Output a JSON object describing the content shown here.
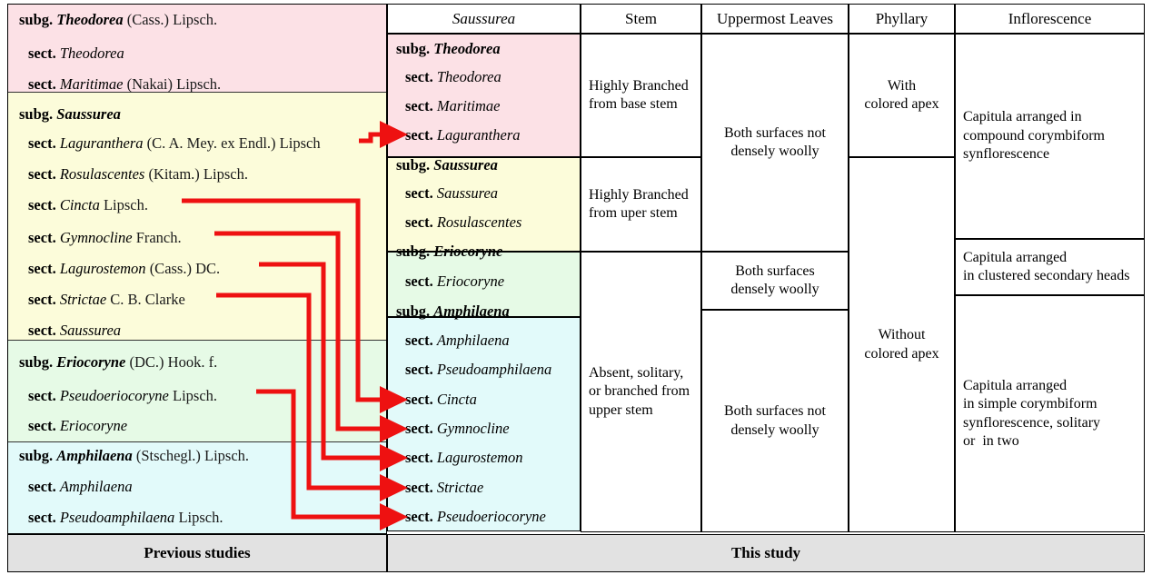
{
  "figure": {
    "type": "taxonomic-comparison-table",
    "accent_color": "#ee1111",
    "palette": {
      "theodorea": "#fce1e6",
      "saussurea": "#fcfcda",
      "eriocoryne": "#e6fae6",
      "amphilaena": "#e2fafa",
      "footer": "#e2e2e2"
    }
  },
  "footer": {
    "left_label": "Previous studies",
    "right_label": "This study"
  },
  "headers": {
    "genus": "Saussurea",
    "stem": "Stem",
    "uppermost_leaves": "Uppermost Leaves",
    "phyllary": "Phyllary",
    "inflorescence": "Inflorescence"
  },
  "previous_studies": {
    "groups": [
      {
        "color_key": "theodorea",
        "entries": [
          {
            "rank": "subg.",
            "name": "Theodorea",
            "authority": "(Cass.) Lipsch.",
            "level": "subg"
          },
          {
            "rank": "sect.",
            "name": "Theodorea",
            "authority": "",
            "level": "sect"
          },
          {
            "rank": "sect.",
            "name": "Maritimae",
            "authority": "(Nakai) Lipsch.",
            "level": "sect"
          }
        ]
      },
      {
        "color_key": "saussurea",
        "entries": [
          {
            "rank": "subg.",
            "name": "Saussurea",
            "authority": "",
            "level": "subg"
          },
          {
            "rank": "sect.",
            "name": "Laguranthera",
            "authority": "(C. A. Mey. ex Endl.) Lipsch",
            "level": "sect"
          },
          {
            "rank": "sect.",
            "name": "Rosulascentes",
            "authority": "(Kitam.) Lipsch.",
            "level": "sect"
          },
          {
            "rank": "sect.",
            "name": "Cincta",
            "authority": "Lipsch.",
            "level": "sect"
          },
          {
            "rank": "sect.",
            "name": "Gymnocline",
            "authority": "Franch.",
            "level": "sect"
          },
          {
            "rank": "sect.",
            "name": "Lagurostemon",
            "authority": "(Cass.) DC.",
            "level": "sect"
          },
          {
            "rank": "sect.",
            "name": "Strictae",
            "authority": "C. B. Clarke",
            "level": "sect"
          },
          {
            "rank": "sect.",
            "name": "Saussurea",
            "authority": "",
            "level": "sect"
          }
        ]
      },
      {
        "color_key": "eriocoryne",
        "entries": [
          {
            "rank": "subg.",
            "name": "Eriocoryne",
            "authority": "(DC.) Hook. f.",
            "level": "subg"
          },
          {
            "rank": "sect.",
            "name": "Pseudoeriocoryne",
            "authority": "Lipsch.",
            "level": "sect"
          },
          {
            "rank": "sect.",
            "name": "Eriocoryne",
            "authority": "",
            "level": "sect"
          }
        ]
      },
      {
        "color_key": "amphilaena",
        "entries": [
          {
            "rank": "subg.",
            "name": "Amphilaena",
            "authority": "(Stschegl.) Lipsch.",
            "level": "subg"
          },
          {
            "rank": "sect.",
            "name": "Amphilaena",
            "authority": "",
            "level": "sect"
          },
          {
            "rank": "sect.",
            "name": "Pseudoamphilaena",
            "authority": "Lipsch.",
            "level": "sect"
          }
        ]
      }
    ]
  },
  "this_study": {
    "groups": [
      {
        "color_key": "theodorea",
        "entries": [
          {
            "rank": "subg.",
            "name": "Theodorea",
            "level": "subg",
            "moved": false
          },
          {
            "rank": "sect.",
            "name": "Theodorea",
            "level": "sect",
            "moved": false
          },
          {
            "rank": "sect.",
            "name": "Maritimae",
            "level": "sect",
            "moved": false
          },
          {
            "rank": "sect.",
            "name": "Laguranthera",
            "level": "sect",
            "moved": true
          }
        ]
      },
      {
        "color_key": "saussurea",
        "entries": [
          {
            "rank": "subg.",
            "name": "Saussurea",
            "level": "subg",
            "moved": false
          },
          {
            "rank": "sect.",
            "name": "Saussurea",
            "level": "sect",
            "moved": false
          },
          {
            "rank": "sect.",
            "name": "Rosulascentes",
            "level": "sect",
            "moved": false
          }
        ]
      },
      {
        "color_key": "eriocoryne",
        "entries": [
          {
            "rank": "subg.",
            "name": "Eriocoryne",
            "level": "subg",
            "moved": false
          },
          {
            "rank": "sect.",
            "name": "Eriocoryne",
            "level": "sect",
            "moved": false
          }
        ]
      },
      {
        "color_key": "amphilaena",
        "entries": [
          {
            "rank": "subg.",
            "name": "Amphilaena",
            "level": "subg",
            "moved": false
          },
          {
            "rank": "sect.",
            "name": "Amphilaena",
            "level": "sect",
            "moved": false
          },
          {
            "rank": "sect.",
            "name": "Pseudoamphilaena",
            "level": "sect",
            "moved": false
          },
          {
            "rank": "sect.",
            "name": "Cincta",
            "level": "sect",
            "moved": true
          },
          {
            "rank": "sect.",
            "name": "Gymnocline",
            "level": "sect",
            "moved": true
          },
          {
            "rank": "sect.",
            "name": "Lagurostemon",
            "level": "sect",
            "moved": true
          },
          {
            "rank": "sect.",
            "name": "Strictae",
            "level": "sect",
            "moved": true
          },
          {
            "rank": "sect.",
            "name": "Pseudoeriocoryne",
            "level": "sect",
            "moved": true
          }
        ]
      }
    ],
    "character_cells": {
      "stem": [
        "Highly Branched\nfrom base stem",
        "Highly Branched\nfrom uper stem",
        "Absent, solitary,\nor branched from\nupper stem"
      ],
      "uppermost_leaves": [
        "Both surfaces not\ndensely woolly",
        "Both surfaces\ndensely woolly",
        "Both surfaces not\ndensely woolly"
      ],
      "phyllary": [
        "With\ncolored apex",
        "Without\ncolored apex"
      ],
      "inflorescence": [
        "Capitula arranged in\ncompound corymbiform\nsynflorescence",
        "Capitula arranged\nin clustered secondary heads",
        "Capitula arranged\nin simple corymbiform\nsynflorescence, solitary\nor  in two"
      ]
    }
  },
  "connectors": [
    {
      "from": "sect. Laguranthera",
      "to": "sect. Laguranthera",
      "note": "moved to subg. Theodorea"
    },
    {
      "from": "sect. Cincta",
      "to": "sect. Cincta",
      "note": "moved to subg. Amphilaena"
    },
    {
      "from": "sect. Gymnocline",
      "to": "sect. Gymnocline",
      "note": "moved to subg. Amphilaena"
    },
    {
      "from": "sect. Lagurostemon",
      "to": "sect. Lagurostemon",
      "note": "moved to subg. Amphilaena"
    },
    {
      "from": "sect. Strictae",
      "to": "sect. Strictae",
      "note": "moved to subg. Amphilaena"
    },
    {
      "from": "sect. Pseudoeriocoryne",
      "to": "sect. Pseudoeriocoryne",
      "note": "moved to subg. Amphilaena"
    }
  ]
}
